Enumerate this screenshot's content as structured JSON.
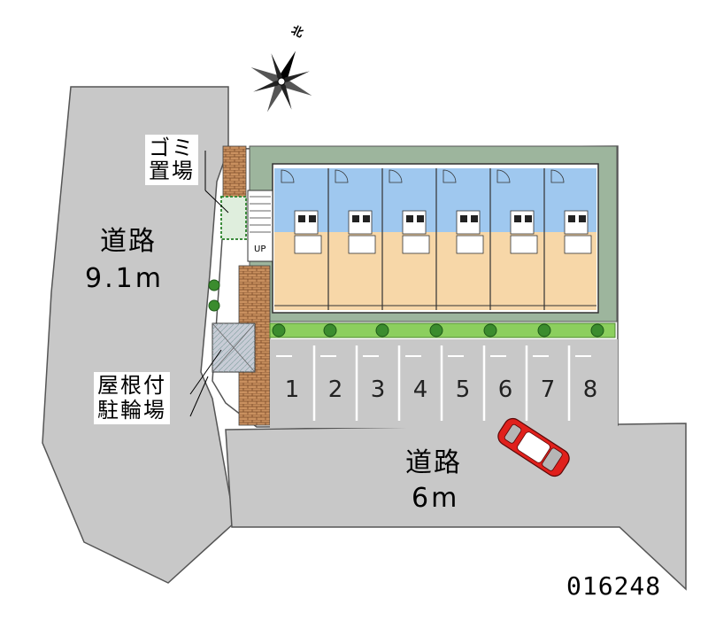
{
  "map": {
    "id": "016248",
    "compass": {
      "label": "北"
    },
    "roads": [
      {
        "name": "道路",
        "width": "9.1m"
      },
      {
        "name": "道路",
        "width": "6m"
      }
    ],
    "facilities": {
      "garbage": {
        "line1": "ゴミ",
        "line2": "置場"
      },
      "bicycle": {
        "line1": "屋根付",
        "line2": "駐輪場"
      },
      "stairs": {
        "label": "UP"
      }
    },
    "parking": {
      "spaces": [
        "1",
        "2",
        "3",
        "4",
        "5",
        "6",
        "7",
        "8"
      ]
    },
    "colors": {
      "road": "#c8c8c8",
      "apartment_corridor": "#9fc8ef",
      "apartment_room": "#f7d7a8",
      "hedge": "#8ccf5e",
      "lawn": "#9db59d",
      "brick": "#b47a50",
      "car": "#e0201c"
    }
  }
}
